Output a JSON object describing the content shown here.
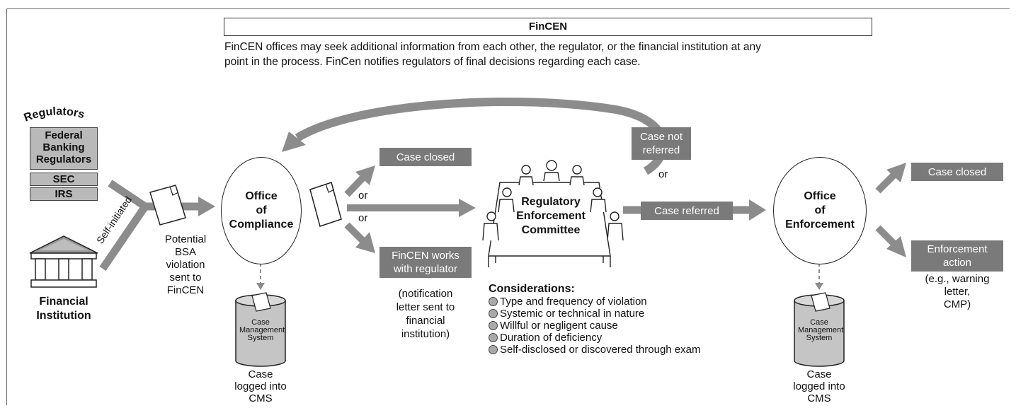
{
  "fincen": {
    "title": "FinCEN",
    "description_line1": "FinCEN offices may seek additional information from each other, the regulator, or the financial institution at any",
    "description_line2": "point in the process. FinCen notifies regulators of final decisions regarding each case."
  },
  "regulators": {
    "heading": "Regulators",
    "items": [
      "Federal Banking Regulators",
      "SEC",
      "IRS"
    ]
  },
  "financial_institution": {
    "label_line1": "Financial",
    "label_line2": "Institution"
  },
  "self_initiated": "Self-initiated",
  "potential_bsa": [
    "Potential",
    "BSA",
    "violation",
    "sent to",
    "FinCEN"
  ],
  "office_of_compliance": [
    "Office",
    "of",
    "Compliance"
  ],
  "office_of_enforcement": [
    "Office",
    "of",
    "Enforcement"
  ],
  "cms": {
    "cylinder_label": [
      "Case",
      "Management",
      "System"
    ],
    "logged": [
      "Case",
      "logged into",
      "CMS"
    ]
  },
  "outcomes": {
    "case_closed_1": "Case closed",
    "fincen_works": [
      "FinCEN works",
      "with regulator"
    ],
    "notification": [
      "(notification",
      "letter sent to",
      "financial",
      "institution)"
    ],
    "case_not_referred": [
      "Case not",
      "referred"
    ],
    "case_referred": "Case referred",
    "case_closed_2": "Case closed",
    "enforcement_action": [
      "Enforcement",
      "action"
    ],
    "enforcement_examples": [
      "(e.g., warning",
      "letter,",
      "CMP)"
    ],
    "or": "or"
  },
  "committee": [
    "Regulatory",
    "Enforcement",
    "Committee"
  ],
  "considerations": {
    "heading": "Considerations:",
    "items": [
      "Type and frequency of violation",
      "Systemic or technical in nature",
      "Willful or negligent cause",
      "Duration of deficiency",
      "Self-disclosed or discovered through exam"
    ]
  },
  "colors": {
    "arrow": "#8c8c8c",
    "box": "#7a7a7a",
    "regulator_box": "#b9b9b9"
  }
}
